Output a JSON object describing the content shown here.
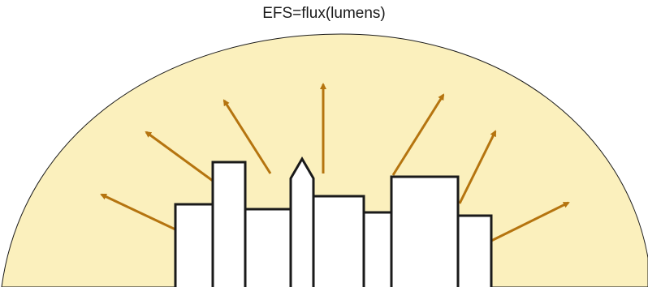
{
  "title": "EFS=flux(lumens)",
  "colors": {
    "dome_fill": "#fbf0bd",
    "dome_stroke": "#1a1a1a",
    "arrow": "#b5740f",
    "building_fill": "#ffffff",
    "building_stroke": "#1a1a1a"
  },
  "elements": {
    "dome": "light-dome",
    "buildings": "city-skyline",
    "arrows": "light-emission-arrows"
  }
}
